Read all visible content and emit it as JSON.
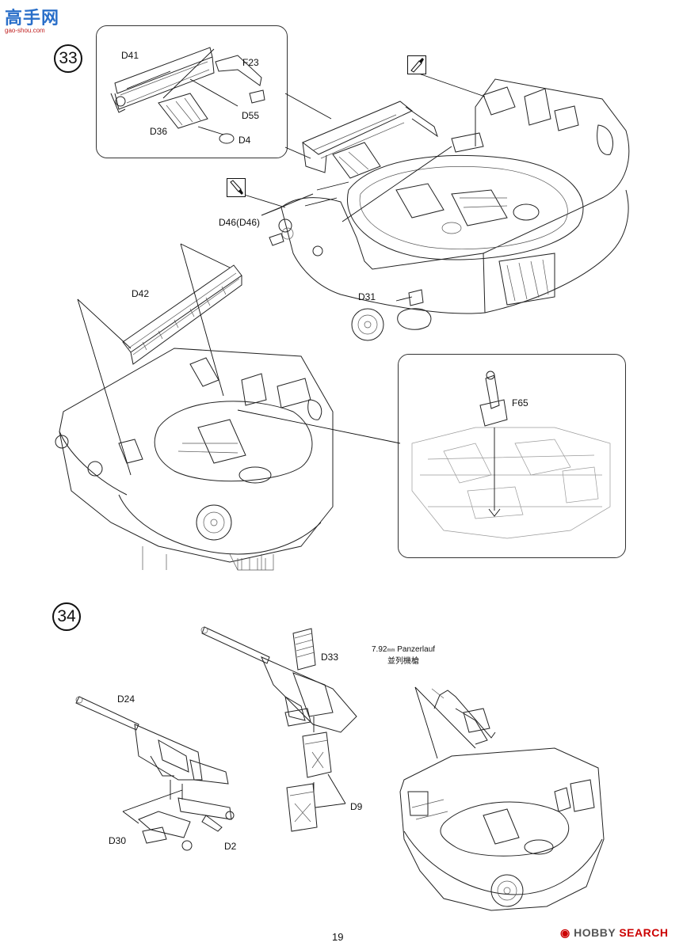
{
  "watermark_top": {
    "logo": "高手网",
    "url": "gao-shou.com"
  },
  "steps": [
    {
      "number": "33"
    },
    {
      "number": "34"
    }
  ],
  "parts": {
    "d41": "D41",
    "f23": "F23",
    "d55": "D55",
    "d36": "D36",
    "d4": "D4",
    "d46": "D46(D46)",
    "d42": "D42",
    "d31": "D31",
    "f65": "F65",
    "d33": "D33",
    "d24": "D24",
    "d9": "D9",
    "d30": "D30",
    "d2": "D2"
  },
  "mg_note": {
    "size": "7.92",
    "unit": "mm",
    "name": "Panzerlauf",
    "cn": "並列機槍"
  },
  "tools": [
    "knife-icon",
    "knife-icon"
  ],
  "page_number": "19",
  "watermark_bottom": {
    "brand": "HOBBY",
    "brand2": "SEARCH"
  }
}
